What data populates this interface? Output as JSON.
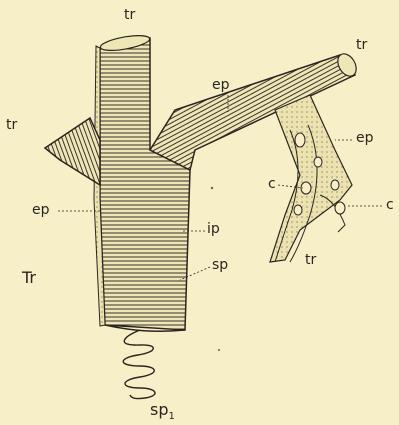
{
  "labels": {
    "tr_top": "tr",
    "tr_right": "tr",
    "tr_left": "tr",
    "tr_bottom": "tr",
    "ep_top": "ep",
    "ep_right": "ep",
    "ep_left": "ep",
    "ip": "ip",
    "sp": "sp",
    "sp1": "sp",
    "sp1_sub": "1",
    "c_left": "c",
    "c_right": "c",
    "Tr": "Tr"
  },
  "colors": {
    "background": "#f6efc8",
    "ink": "#2a2520"
  }
}
